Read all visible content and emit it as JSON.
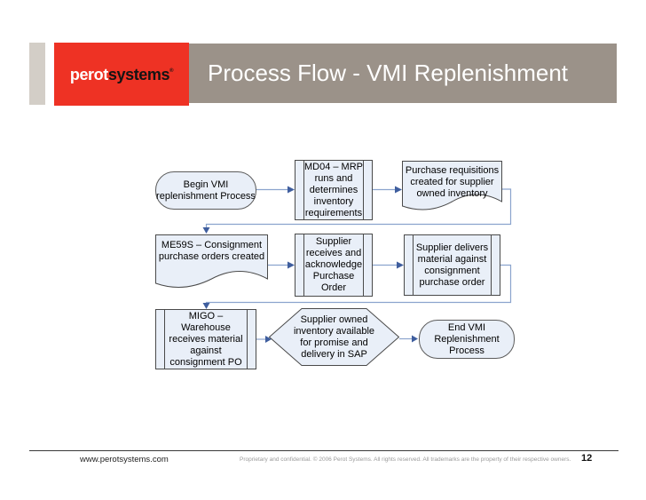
{
  "header": {
    "logo": {
      "brand_left": "perot",
      "brand_right": "systems",
      "registered_mark": "®"
    },
    "title": "Process Flow - VMI Replenishment"
  },
  "flowchart": {
    "nodes": [
      {
        "id": "begin",
        "type": "terminator",
        "label": "Begin VMI\nreplenishment Process"
      },
      {
        "id": "md04-mrp",
        "type": "predefined-process",
        "label": "MD04 – MRP\nruns and\ndetermines\ninventory\nrequirements"
      },
      {
        "id": "purchase-requisitions",
        "type": "document",
        "label": "Purchase requisitions\ncreated for supplier\nowned inventory"
      },
      {
        "id": "me59s",
        "type": "document",
        "label": "ME59S – Consignment\npurchase orders created"
      },
      {
        "id": "supplier-receives",
        "type": "predefined-process",
        "label": "Supplier\nreceives and\nacknowledge\nPurchase\nOrder"
      },
      {
        "id": "supplier-delivers",
        "type": "predefined-process",
        "label": "Supplier delivers\nmaterial against\nconsignment\npurchase order"
      },
      {
        "id": "migo-warehouse",
        "type": "predefined-process",
        "label": "MIGO –\nWarehouse\nreceives material\nagainst\nconsignment PO"
      },
      {
        "id": "inventory-available",
        "type": "preparation-hexagon",
        "label": "Supplier owned\ninventory available\nfor promise and\ndelivery in SAP"
      },
      {
        "id": "end",
        "type": "terminator",
        "label": "End VMI\nReplenishment\nProcess"
      }
    ],
    "colors": {
      "shape_fill": "#e9eff8",
      "shape_border": "#4a4a4a",
      "connector_line": "#8ba4cd",
      "arrowhead": "#3f5e9e"
    }
  },
  "footer": {
    "url": "www.perotsystems.com",
    "disclaimer": "Proprietary and confidential. © 2006 Perot Systems. All rights reserved. All trademarks are the property of their respective owners.",
    "page_number": "12"
  },
  "colors": {
    "brand_red": "#ee3224",
    "title_bar_taupe": "#9b9289",
    "accent_gray": "#d3cec7",
    "title_text": "#ffffff"
  }
}
